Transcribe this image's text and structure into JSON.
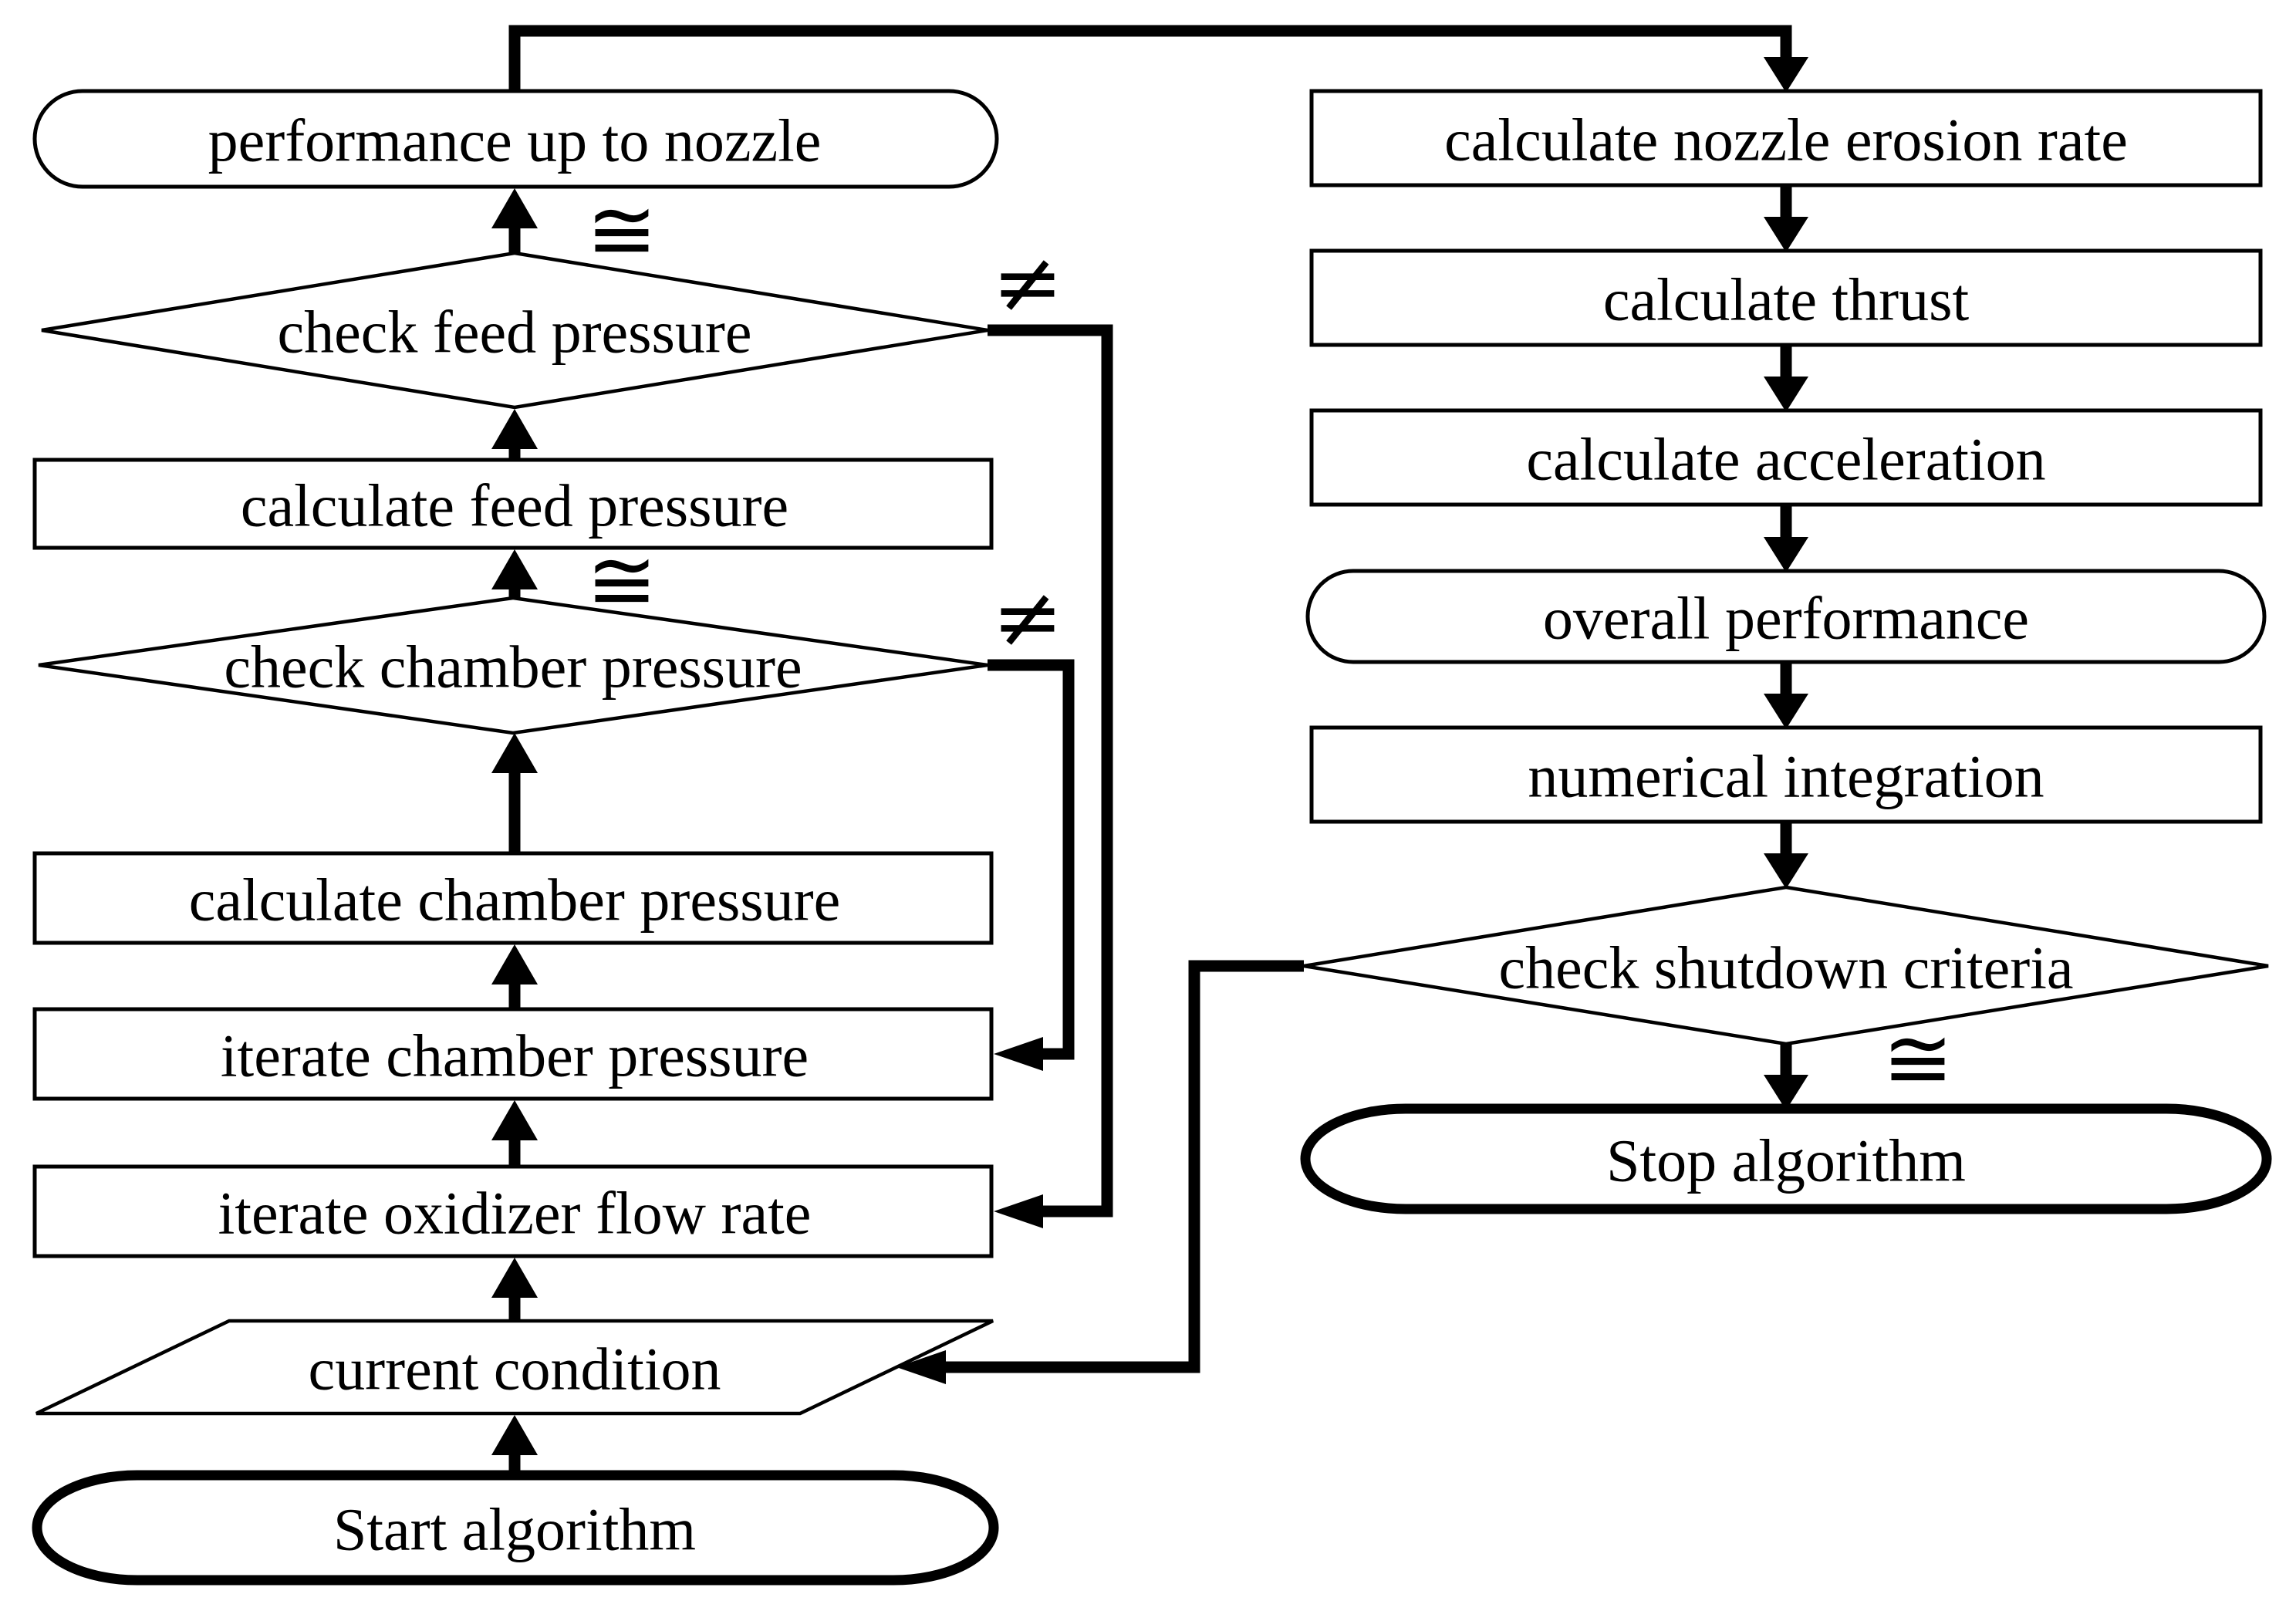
{
  "colors": {
    "ink": "#000000",
    "background": "#ffffff"
  },
  "nodes": {
    "start": {
      "label": "Start algorithm",
      "shape": "terminator"
    },
    "current_condition": {
      "label": "current condition",
      "shape": "data"
    },
    "iterate_oxidizer": {
      "label": "iterate oxidizer flow rate",
      "shape": "process"
    },
    "iterate_chamber": {
      "label": "iterate chamber pressure",
      "shape": "process"
    },
    "calculate_chamber": {
      "label": "calculate chamber pressure",
      "shape": "process"
    },
    "check_chamber": {
      "label": "check chamber pressure",
      "shape": "decision"
    },
    "calculate_feed": {
      "label": "calculate feed pressure",
      "shape": "process"
    },
    "check_feed": {
      "label": "check feed pressure",
      "shape": "decision"
    },
    "performance_up_to_nozzle": {
      "label": "performance up to nozzle",
      "shape": "state"
    },
    "calculate_nozzle_erosion": {
      "label": "calculate nozzle erosion rate",
      "shape": "process"
    },
    "calculate_thrust": {
      "label": "calculate thrust",
      "shape": "process"
    },
    "calculate_acceleration": {
      "label": "calculate acceleration",
      "shape": "process"
    },
    "overall_performance": {
      "label": "overall performance",
      "shape": "state"
    },
    "numerical_integration": {
      "label": "numerical integration",
      "shape": "process"
    },
    "check_shutdown": {
      "label": "check shutdown criteria",
      "shape": "decision"
    },
    "stop": {
      "label": "Stop algorithm",
      "shape": "terminator"
    }
  },
  "edge_labels": {
    "feed_equal": "≅",
    "feed_not_equal": "≠",
    "chamber_equal": "≅",
    "chamber_not_equal": "≠",
    "shutdown_equal": "≅"
  }
}
